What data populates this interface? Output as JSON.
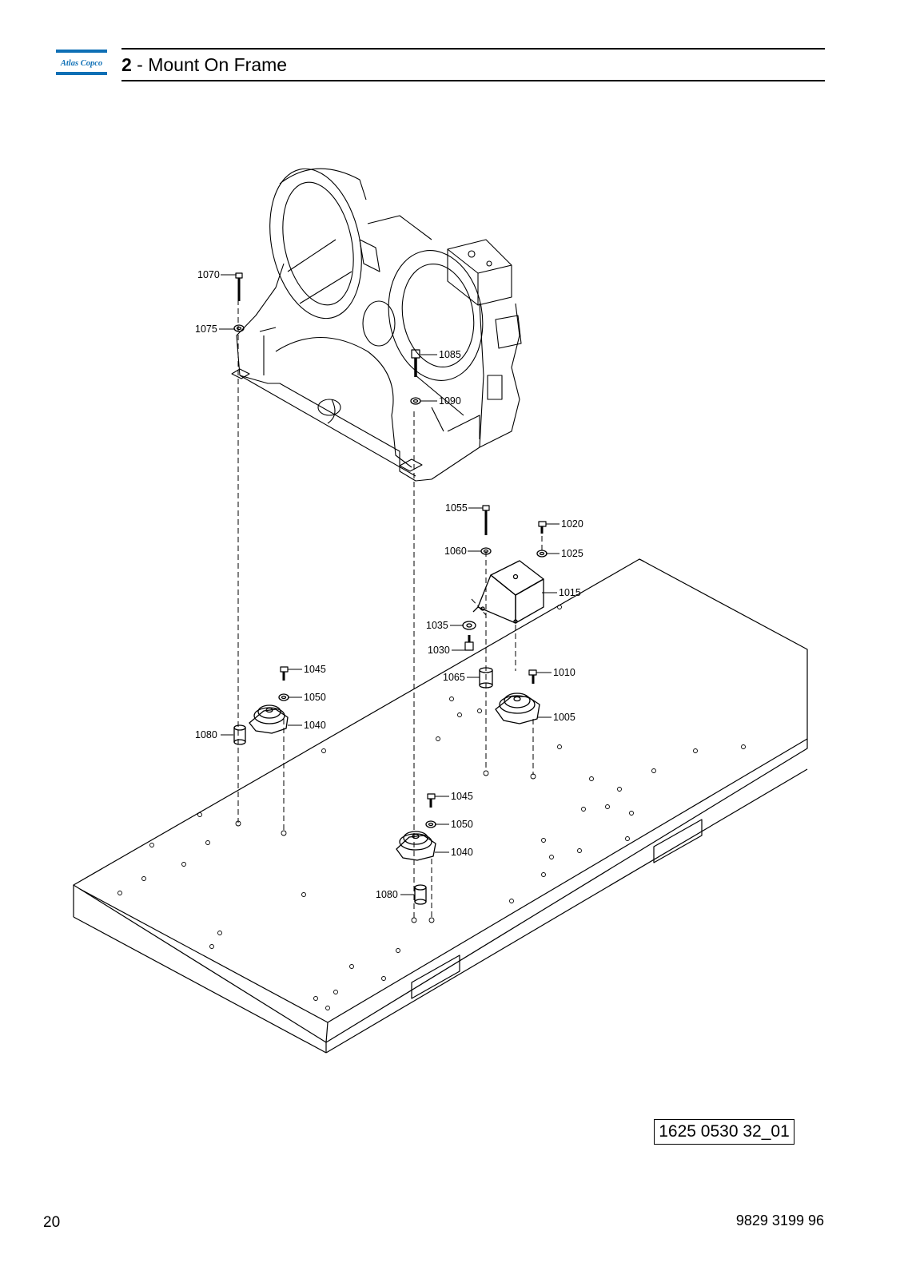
{
  "header": {
    "brand_text": "Atlas Copco",
    "section_number": "2",
    "section_title": " - Mount On Frame"
  },
  "callouts": {
    "c1070": "1070",
    "c1075": "1075",
    "c1085": "1085",
    "c1090": "1090",
    "c1055": "1055",
    "c1020": "1020",
    "c1060": "1060",
    "c1025": "1025",
    "c1015": "1015",
    "c1035": "1035",
    "c1030": "1030",
    "c1045a": "1045",
    "c1010": "1010",
    "c1065": "1065",
    "c1050a": "1050",
    "c1040a": "1040",
    "c1005": "1005",
    "c1080a": "1080",
    "c1045b": "1045",
    "c1050b": "1050",
    "c1040b": "1040",
    "c1080b": "1080"
  },
  "figure_id": "1625 0530 32_01",
  "footer": {
    "page_number": "20",
    "document_number": "9829 3199 96"
  },
  "colors": {
    "brand_blue": "#0e6fb5",
    "line": "#000000"
  }
}
